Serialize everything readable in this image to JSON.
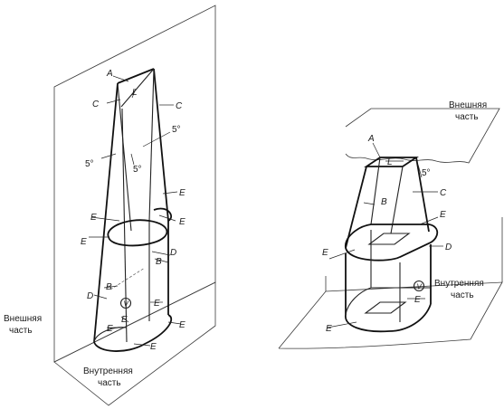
{
  "left_figure": {
    "outer_side": "Внешняя\nчасть",
    "outer_side_lines": [
      "Внешняя",
      "часть"
    ],
    "inner_side_lines": [
      "Внутренняя",
      "часть"
    ],
    "labels": {
      "A": "A",
      "L": "L",
      "C1": "C",
      "C2": "C",
      "deg1": "5°",
      "deg2": "5°",
      "deg3": "5°",
      "E1": "E",
      "E2": "E",
      "E3": "E",
      "E4": "E",
      "E5": "E",
      "E6": "E",
      "E7": "E",
      "E8": "E",
      "B1": "B",
      "B2": "B",
      "D1": "D",
      "D2": "D",
      "V": "V"
    }
  },
  "right_figure": {
    "outer_side_lines": [
      "Внешняя",
      "часть"
    ],
    "inner_side_lines": [
      "Внутренняя",
      "часть"
    ],
    "labels": {
      "A": "A",
      "L": "L",
      "C": "C",
      "deg": "5°",
      "B": "B",
      "E1": "E",
      "E2": "E",
      "E3": "E",
      "E4": "E",
      "D": "D",
      "V": "V"
    }
  }
}
